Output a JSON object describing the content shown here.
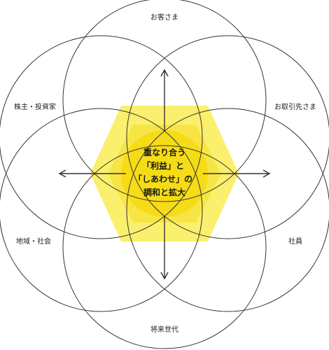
{
  "stakeholders": {
    "customers": "お客さま",
    "business_partners": "お取引先さま",
    "employees": "社員",
    "future_generations": "将来世代",
    "community": "地域・社会",
    "shareholders": "株主・投資家"
  },
  "center": {
    "line1": "重なり合う",
    "line2": "「利益」と",
    "line3": "「しあわせ」の",
    "line4": "調和と拡大"
  },
  "colors": {
    "outer_glow": "#fbef6e",
    "middle_glow": "#f7e545",
    "core": "#f5dc16",
    "lines": "#333333"
  }
}
